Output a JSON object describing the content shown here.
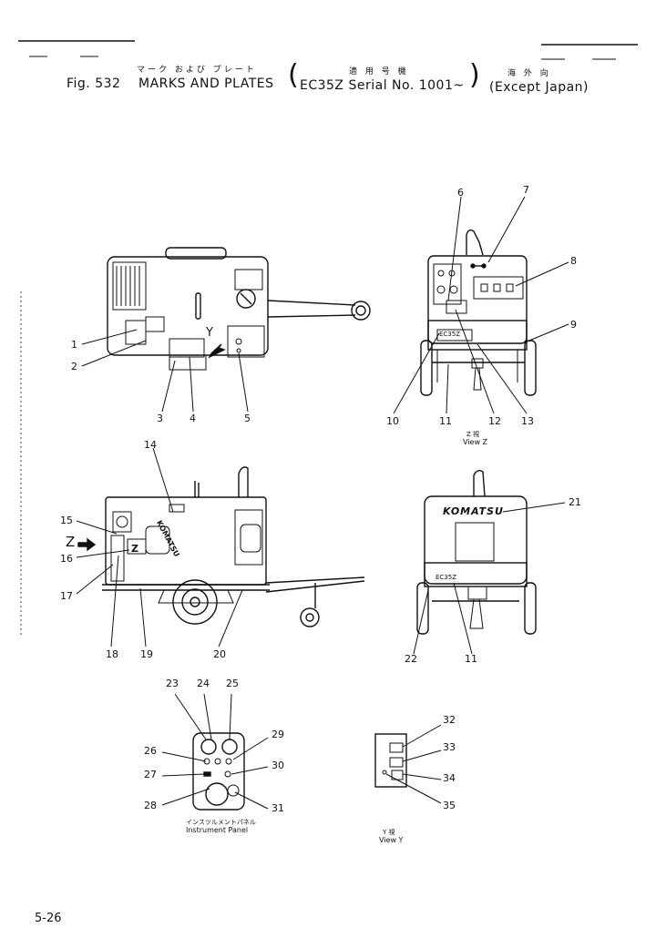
{
  "header": {
    "jp_marks": "マーク および プレート",
    "jp_serial": "適 用 号 機",
    "jp_region": "海 外 向",
    "fig": "Fig. 532",
    "title": "MARKS AND PLATES",
    "serial": "EC35Z Serial No. 1001~",
    "region": "(Except Japan)",
    "bracket_open": "(",
    "bracket_close": ")"
  },
  "views": {
    "z_jp": "Z 視",
    "z": "View Z",
    "panel_jp": "インスツルメントパネル",
    "panel": "Instrument Panel",
    "y_jp": "Y 視",
    "y": "View Y",
    "y_arrow": "Y",
    "z_arrow": "Z"
  },
  "plates": {
    "ec35z_rear": "EC35Z",
    "komatsu_side": "KOMATSU",
    "komatsu_front": "KOMATSU",
    "ec35z_front": "EC35Z"
  },
  "callouts": [
    "1",
    "2",
    "3",
    "4",
    "5",
    "6",
    "7",
    "8",
    "9",
    "10",
    "11",
    "12",
    "13",
    "14",
    "15",
    "16",
    "17",
    "18",
    "19",
    "20",
    "21",
    "22",
    "11",
    "23",
    "24",
    "25",
    "26",
    "27",
    "28",
    "29",
    "30",
    "31",
    "32",
    "33",
    "34",
    "35"
  ],
  "page_number": "5-26"
}
